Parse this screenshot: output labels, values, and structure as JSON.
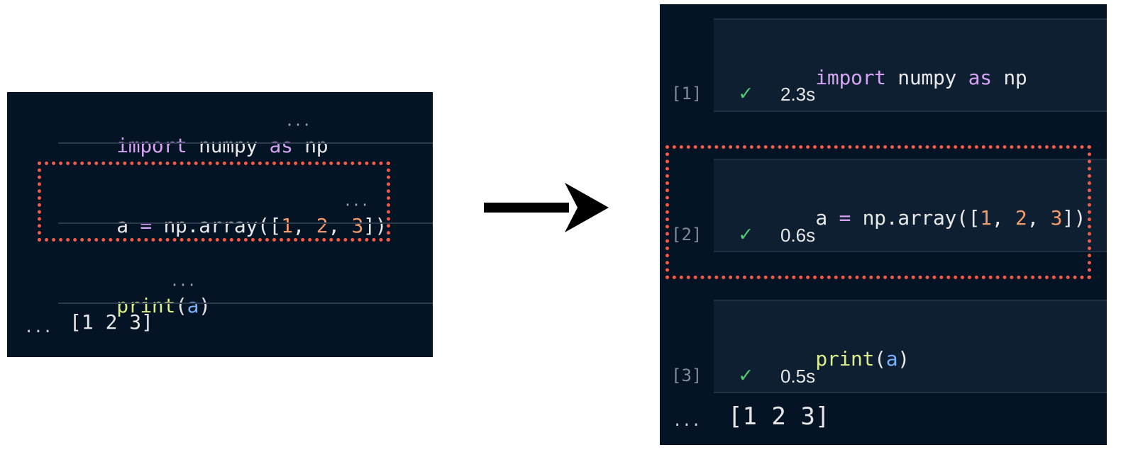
{
  "code": {
    "line1": {
      "import": "import",
      "module": "numpy",
      "as": "as",
      "alias": "np"
    },
    "line2": {
      "var": "a",
      "eq": "=",
      "call": "np.array([",
      "n1": "1",
      "comma1": ", ",
      "n2": "2",
      "comma2": ", ",
      "n3": "3",
      "close": "])"
    },
    "line3": {
      "fn": "print",
      "open": "(",
      "arg": "a",
      "close": ")"
    },
    "output": "[1 2 3]",
    "collapsed_marker": "···",
    "output_marker": "..."
  },
  "cells": [
    {
      "exec_label": "[1]",
      "check": "✓",
      "time": "2.3s"
    },
    {
      "exec_label": "[2]",
      "check": "✓",
      "time": "0.6s"
    },
    {
      "exec_label": "[3]",
      "check": "✓",
      "time": "0.5s"
    }
  ],
  "colors": {
    "panel_bg": "#041424",
    "cell_bg": "#0e1f31",
    "highlight": "#f45a45",
    "keyword": "#d6a3f2",
    "number": "#f29a6a",
    "function": "#dcef8a",
    "variable": "#79b3ff",
    "check": "#4fcb71"
  },
  "icons": {
    "arrow": "right-arrow-icon",
    "check": "checkmark-icon"
  }
}
